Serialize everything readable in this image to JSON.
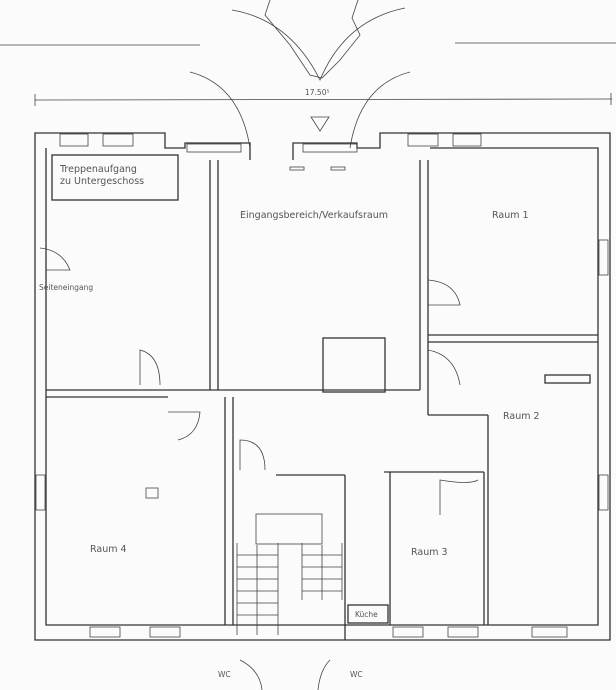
{
  "plan": {
    "dimension": "17.50⁵",
    "rooms": {
      "stair_up": [
        "Treppenaufgang",
        "zu Untergeschoss"
      ],
      "entrance": "Eingangsbereich/Verkaufsraum",
      "room1": "Raum 1",
      "room2": "Raum 2",
      "room3": "Raum 3",
      "room4": "Raum 4",
      "kitchen": "Küche",
      "side_entrance": "Seiteneingang",
      "wc_left": "WC",
      "wc_right": "WC"
    }
  }
}
